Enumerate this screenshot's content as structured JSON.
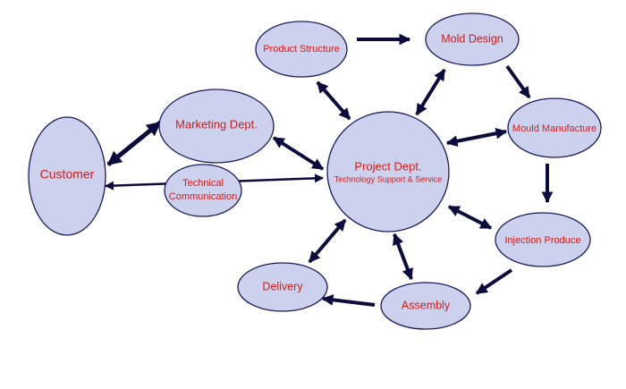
{
  "nodes": {
    "customer": {
      "label": "Customer"
    },
    "marketing": {
      "label": "Marketing Dept."
    },
    "technical": {
      "line1": "Technical",
      "line2": "Communication"
    },
    "product_structure": {
      "label": "Product Structure"
    },
    "mold_design": {
      "label": "Mold Design"
    },
    "project": {
      "line1": "Project Dept.",
      "line2": "Technology Support & Service"
    },
    "mould_manufacture": {
      "label": "Mould Manufacture"
    },
    "injection": {
      "label": "Injection Produce"
    },
    "assembly": {
      "label": "Assembly"
    },
    "delivery": {
      "label": "Delivery"
    }
  },
  "colors": {
    "node_fill": "#ccd2ee",
    "node_stroke": "#1a1a5a",
    "label_text": "#d11a1a",
    "arrow": "#0b0b3c"
  }
}
